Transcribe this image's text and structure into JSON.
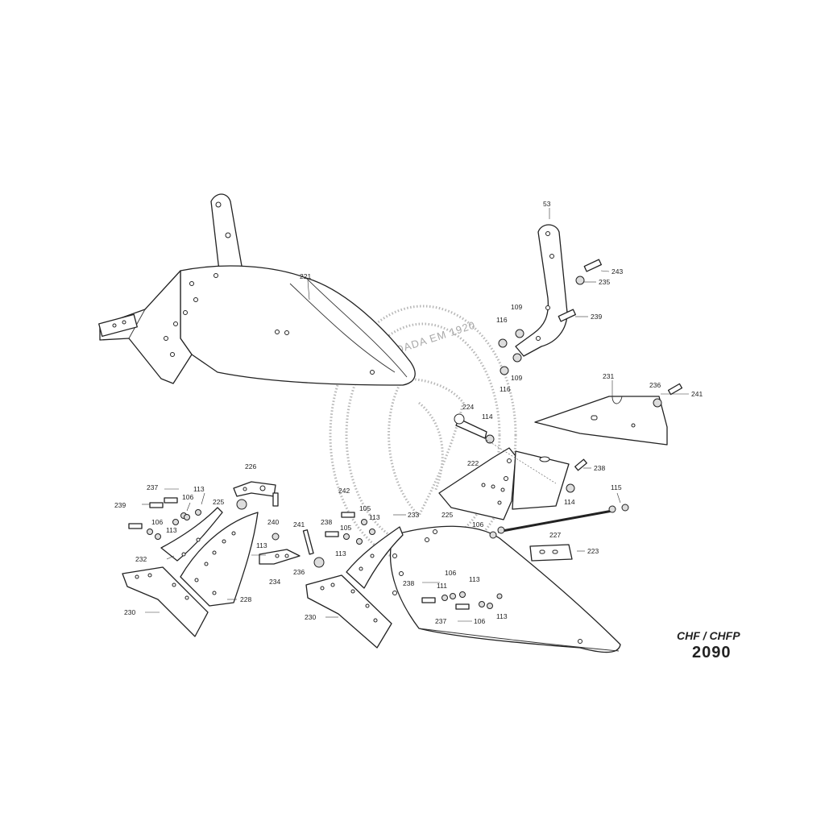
{
  "sheet": {
    "model": "CHF / CHFP",
    "code": "2090",
    "watermark": "UNDADA EM 1920"
  },
  "labels": [
    "221",
    "53",
    "243",
    "235",
    "109",
    "116",
    "239",
    "109",
    "116",
    "231",
    "236",
    "241",
    "224",
    "114",
    "222",
    "238",
    "114",
    "115",
    "227",
    "223",
    "106",
    "225",
    "226",
    "237",
    "113",
    "106",
    "239",
    "106",
    "113",
    "232",
    "228",
    "230",
    "240",
    "113",
    "234",
    "241",
    "236",
    "242",
    "105",
    "113",
    "233",
    "238",
    "105",
    "113",
    "225",
    "230",
    "238",
    "111",
    "106",
    "113",
    "237",
    "106",
    "113"
  ]
}
